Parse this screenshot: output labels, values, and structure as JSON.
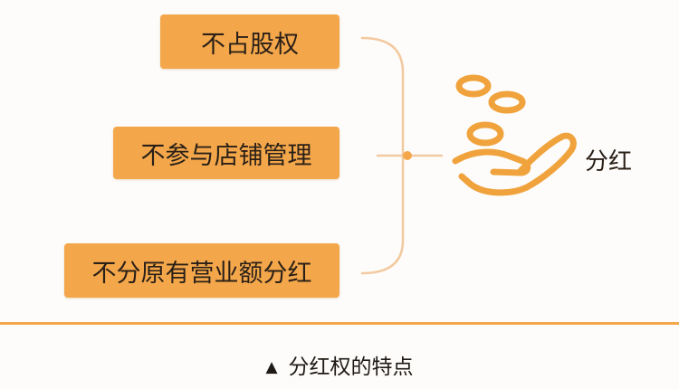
{
  "items": [
    {
      "label": "不占股权"
    },
    {
      "label": "不参与店铺管理"
    },
    {
      "label": "不分原有营业额分红"
    }
  ],
  "result": {
    "label": "分红",
    "icon": "hand-coins-icon"
  },
  "caption": {
    "marker": "▲",
    "text": "分红权的特点"
  },
  "colors": {
    "accent": "#f4a74a",
    "line": "#f3c9a0",
    "text": "#2a2018"
  }
}
